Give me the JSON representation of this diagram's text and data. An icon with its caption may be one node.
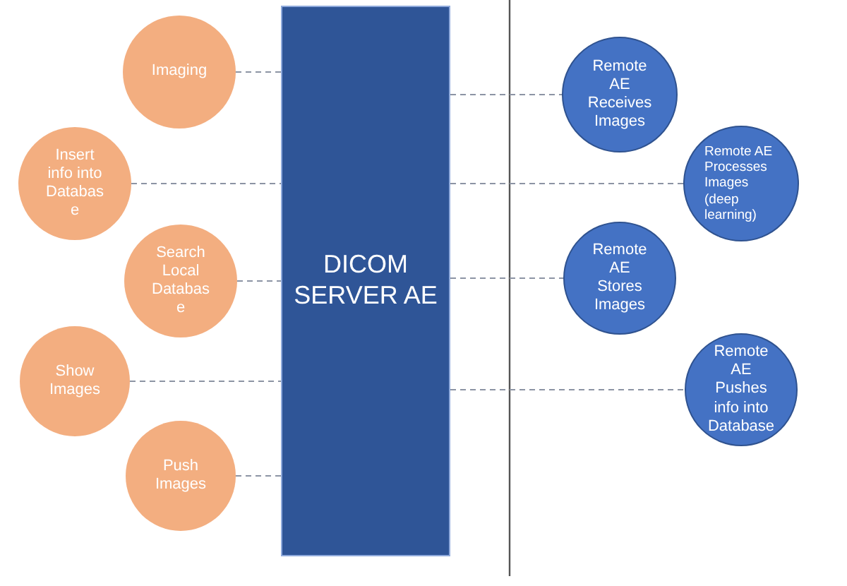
{
  "diagram": {
    "nodes": [
      {
        "text": [
          "Imaging"
        ]
      },
      {
        "text": [
          "Insert info into Databas e"
        ]
      },
      {
        "text": [
          "Search Local Databas e"
        ]
      },
      {
        "text": [
          "Show Images"
        ]
      },
      {
        "text": [
          "Push Images"
        ]
      },
      {
        "text": [
          "DICOM SERVER AE"
        ]
      },
      {
        "text": [
          "Remote AE Receives Images"
        ]
      },
      {
        "text": [
          "Remote AE Processes Images (deep learning)"
        ]
      },
      {
        "text": [
          "Remote AE Stores Images"
        ]
      },
      {
        "text": [
          "Remote AE Pushes info into Database"
        ]
      }
    ],
    "edges": [
      {
        "from": 0,
        "to": 5,
        "arrow": "none",
        "style": "dashed"
      },
      {
        "from": 1,
        "to": 5,
        "arrow": "none",
        "style": "dashed"
      },
      {
        "from": 2,
        "to": 5,
        "arrow": "none",
        "style": "dashed"
      },
      {
        "from": 3,
        "to": 5,
        "arrow": "none",
        "style": "dashed"
      },
      {
        "from": 4,
        "to": 5,
        "arrow": "none",
        "style": "dashed"
      },
      {
        "from": 5,
        "to": 6,
        "arrow": "none",
        "style": "dashed"
      },
      {
        "from": 5,
        "to": 7,
        "arrow": "none",
        "style": "dashed"
      },
      {
        "from": 5,
        "to": 8,
        "arrow": "none",
        "style": "dashed"
      },
      {
        "from": 5,
        "to": 9,
        "arrow": "none",
        "style": "dashed"
      }
    ]
  }
}
